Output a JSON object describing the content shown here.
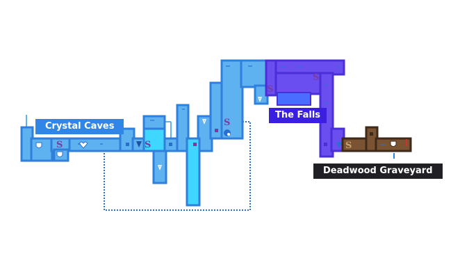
{
  "labels": {
    "crystal_caves": "Crystal Caves",
    "the_falls": "The Falls",
    "deadwood_graveyard": "Deadwood Graveyard"
  },
  "colors": {
    "crystal_room": "#5fb2f0",
    "crystal_border": "#2f7fdc",
    "water": "#3fd6ff",
    "falls_room": "#6a4ef0",
    "falls_border": "#4a2fd8",
    "falls_water": "#4a6cff",
    "graveyard_room": "#7a5432",
    "graveyard_border": "#3d2a18",
    "connector": "#2f6fc0"
  },
  "icons": [
    "save-room-icon",
    "shield-icon",
    "heart-icon",
    "shrine-icon",
    "transit-icon",
    "item-icon",
    "boss-icon"
  ],
  "map_symbol": "S"
}
